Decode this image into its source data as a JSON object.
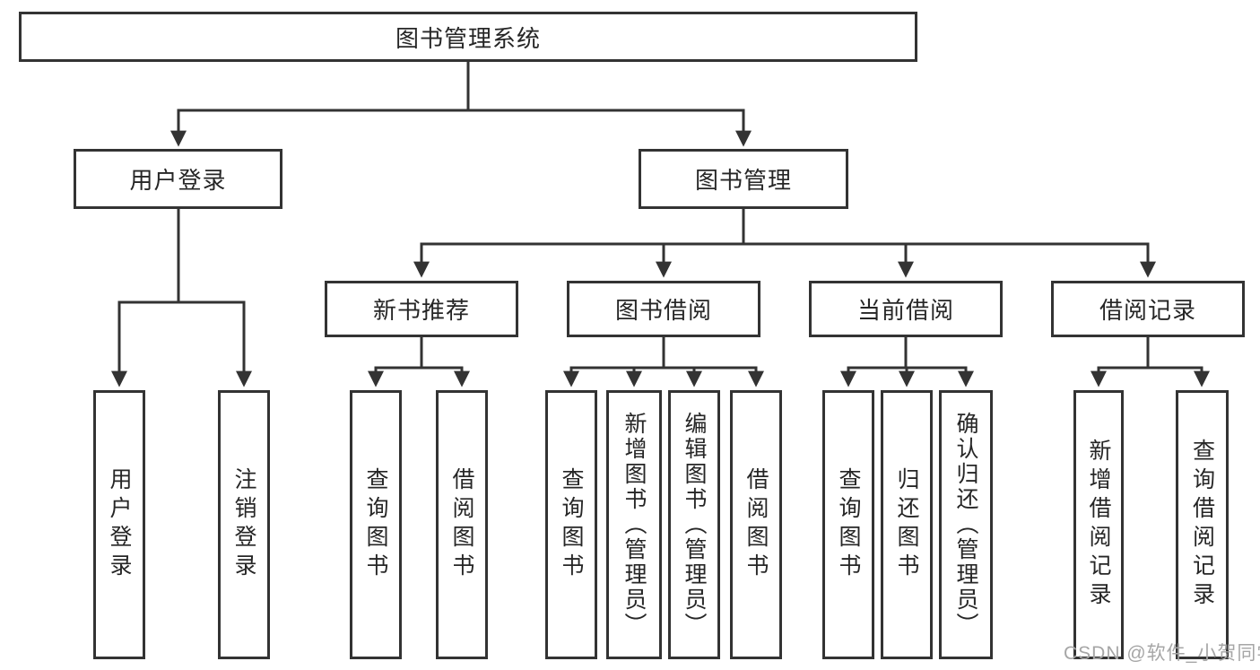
{
  "diagram": {
    "root": {
      "label": "图书管理系统"
    },
    "branches": [
      {
        "label": "用户登录",
        "leaves": [
          "用户登录",
          "注销登录"
        ]
      },
      {
        "label": "图书管理",
        "groups": [
          {
            "label": "新书推荐",
            "leaves": [
              "查询图书",
              "借阅图书"
            ]
          },
          {
            "label": "图书借阅",
            "leaves": [
              "查询图书",
              "新增图书（管理员）",
              "编辑图书（管理员）",
              "借阅图书"
            ]
          },
          {
            "label": "当前借阅",
            "leaves": [
              "查询图书",
              "归还图书",
              "确认归还（管理员）"
            ]
          },
          {
            "label": "借阅记录",
            "leaves": [
              "新增借阅记录",
              "查询借阅记录"
            ]
          }
        ]
      }
    ]
  },
  "watermark": {
    "text": "CSDN @软件_小贺同学",
    "color": "#a6a6a6"
  },
  "colors": {
    "line": "#333333",
    "border": "#333333",
    "text": "#262626",
    "background": "#ffffff"
  }
}
